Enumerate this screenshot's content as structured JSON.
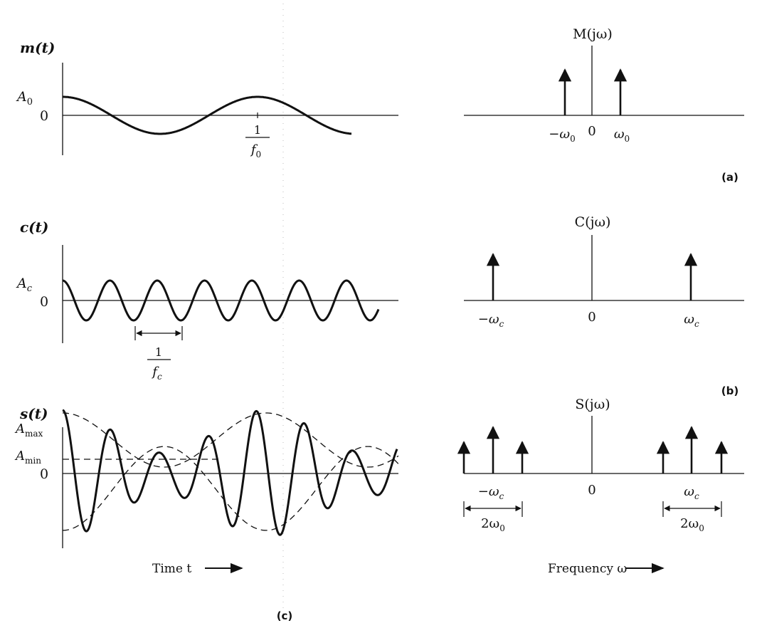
{
  "panels": {
    "a": {
      "label": "(a)",
      "time_func": "m(t)",
      "y_label_amp": "A",
      "y_label_amp_sub": "0",
      "y_label_zero": "0",
      "period_num": "1",
      "period_den_f": "f",
      "period_den_sub": "0",
      "spec_title": "M(jω)",
      "freq_labels": {
        "neg": "−ω",
        "neg_sub": "0",
        "zero": "0",
        "pos": "ω",
        "pos_sub": "0"
      }
    },
    "b": {
      "label": "(b)",
      "time_func": "c(t)",
      "y_label_amp": "A",
      "y_label_amp_sub": "c",
      "y_label_zero": "0",
      "period_num": "1",
      "period_den_f": "f",
      "period_den_sub": "c",
      "spec_title": "C(jω)",
      "freq_labels": {
        "neg": "−ω",
        "neg_sub": "c",
        "zero": "0",
        "pos": "ω",
        "pos_sub": "c"
      }
    },
    "c": {
      "label": "(c)",
      "time_func": "s(t)",
      "y_label_max": "A",
      "y_label_max_sub": "max",
      "y_label_min": "A",
      "y_label_min_sub": "min",
      "y_label_zero": "0",
      "spec_title": "S(jω)",
      "freq_labels": {
        "neg": "−ω",
        "neg_sub": "c",
        "zero": "0",
        "pos": "ω",
        "pos_sub": "c"
      },
      "bandwidth": {
        "coef": "2ω",
        "sub": "0"
      },
      "time_axis_label": "Time t",
      "freq_axis_label": "Frequency ω"
    }
  },
  "icons": {
    "arrow": "right-arrow-icon"
  }
}
